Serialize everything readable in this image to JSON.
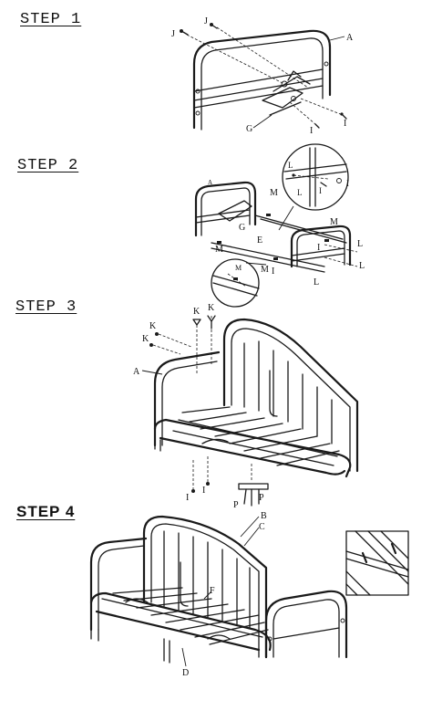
{
  "steps": [
    {
      "label": "STEP 1"
    },
    {
      "label": "STEP 2"
    },
    {
      "label": "STEP 3"
    },
    {
      "label": "STEP 4"
    }
  ],
  "parts": {
    "a": "A",
    "b": "B",
    "c": "C",
    "d": "D",
    "e": "E",
    "f": "F",
    "g": "G",
    "i": "I",
    "j": "J",
    "k": "K",
    "l": "L",
    "m": "M",
    "p": "P"
  },
  "colors": {
    "ink": "#1a1a1a",
    "paper": "#ffffff"
  }
}
